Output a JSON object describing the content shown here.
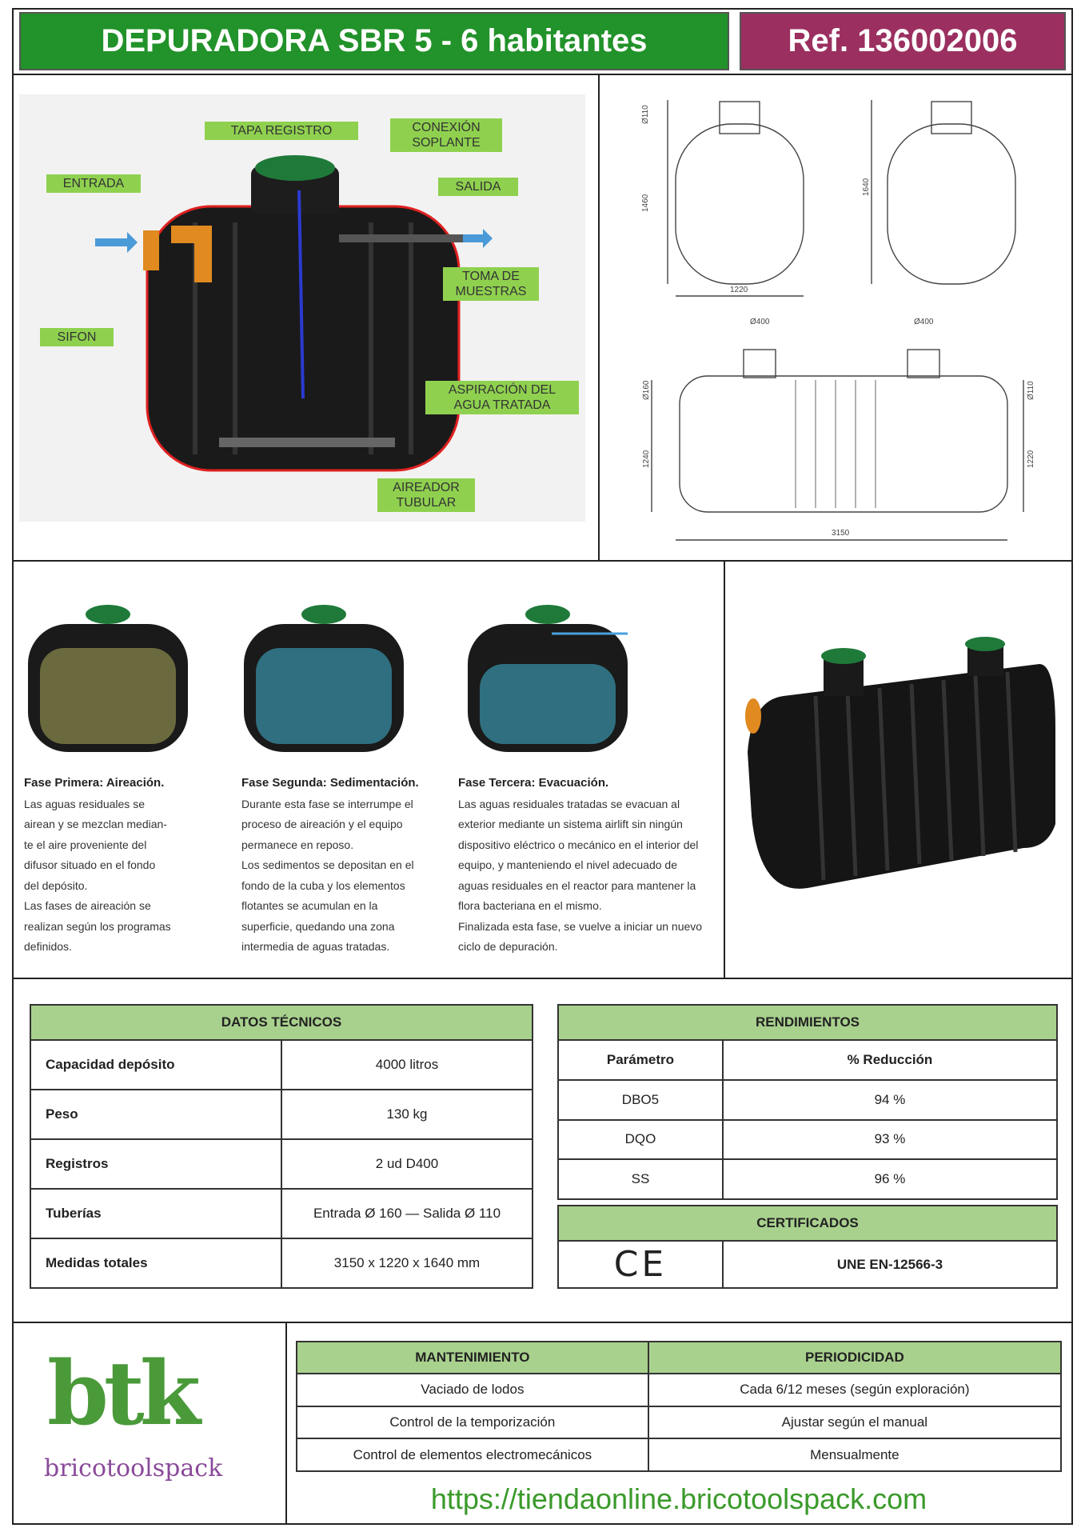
{
  "header": {
    "title": "DEPURADORA SBR 5 - 6 habitantes",
    "ref": "Ref. 136002006",
    "green": "#22922a",
    "magenta": "#9b3060"
  },
  "diagram_labels": {
    "tapa": "TAPA REGISTRO",
    "conexion": "CONEXIÓN\nSOPLANTE",
    "entrada": "ENTRADA",
    "salida": "SALIDA",
    "toma": "TOMA DE\nMUESTRAS",
    "sifon": "SIFON",
    "aspiracion": "ASPIRACIÓN DEL\nAGUA TRATADA",
    "aireador": "AIREADOR\nTUBULAR"
  },
  "dimensions": {
    "d110": "Ø110",
    "h1460": "1460",
    "w1220": "1220",
    "h1640": "1640",
    "d400a": "Ø400",
    "d400b": "Ø400",
    "d160": "Ø160",
    "h1240": "1240",
    "d110b": "Ø110",
    "h1220": "1220",
    "l3150": "3150"
  },
  "phases": [
    {
      "title": "Fase Primera: Aireación.",
      "lines": [
        "Las aguas residuales se",
        "airean y se mezclan median-",
        "te el aire proveniente del",
        "difusor situado en el fondo",
        "del depósito.",
        "Las fases de aireación se",
        "realizan según los programas",
        "definidos."
      ]
    },
    {
      "title": "Fase Segunda: Sedimentación.",
      "lines": [
        "Durante esta fase se interrumpe el",
        "proceso de aireación y el equipo",
        "permanece en reposo.",
        "Los sedimentos se depositan en el",
        "fondo de la cuba y los elementos",
        "flotantes se acumulan en la",
        "superficie, quedando una zona",
        "intermedia de aguas tratadas."
      ]
    },
    {
      "title": "Fase Tercera: Evacuación.",
      "lines": [
        "Las aguas residuales tratadas se evacuan al",
        "exterior mediante un sistema airlift sin ningún",
        "dispositivo eléctrico o mecánico en el interior del",
        "equipo, y manteniendo el nivel adecuado de",
        "aguas residuales en el reactor para mantener la",
        "flora bacteriana en el mismo.",
        "Finalizada esta fase, se vuelve a iniciar un nuevo",
        "ciclo de depuración."
      ]
    }
  ],
  "datos": {
    "title": "DATOS TÉCNICOS",
    "rows": [
      [
        "Capacidad depósito",
        "4000 litros"
      ],
      [
        "Peso",
        "130 kg"
      ],
      [
        "Registros",
        "2 ud D400"
      ],
      [
        "Tuberías",
        "Entrada Ø 160 — Salida Ø 110"
      ],
      [
        "Medidas totales",
        "3150 x  1220 x  1640  mm"
      ]
    ]
  },
  "rendimientos": {
    "title": "RENDIMIENTOS",
    "headers": [
      "Parámetro",
      "% Reducción"
    ],
    "rows": [
      [
        "DBO5",
        "94 %"
      ],
      [
        "DQO",
        "93 %"
      ],
      [
        "SS",
        "96 %"
      ]
    ]
  },
  "certificados": {
    "title": "CERTIFICADOS",
    "mark": "CE",
    "standard": "UNE EN-12566-3"
  },
  "mantenimiento": {
    "headers": [
      "MANTENIMIENTO",
      "PERIODICIDAD"
    ],
    "rows": [
      [
        "Vaciado de lodos",
        "Cada 6/12 meses (según exploración)"
      ],
      [
        "Control de la temporización",
        "Ajustar según el manual"
      ],
      [
        "Control de elementos electromecánicos",
        "Mensualmente"
      ]
    ]
  },
  "logo": {
    "big": "btk",
    "small": "bricotoolspack"
  },
  "url": "https://tiendaonline.bricotoolspack.com"
}
